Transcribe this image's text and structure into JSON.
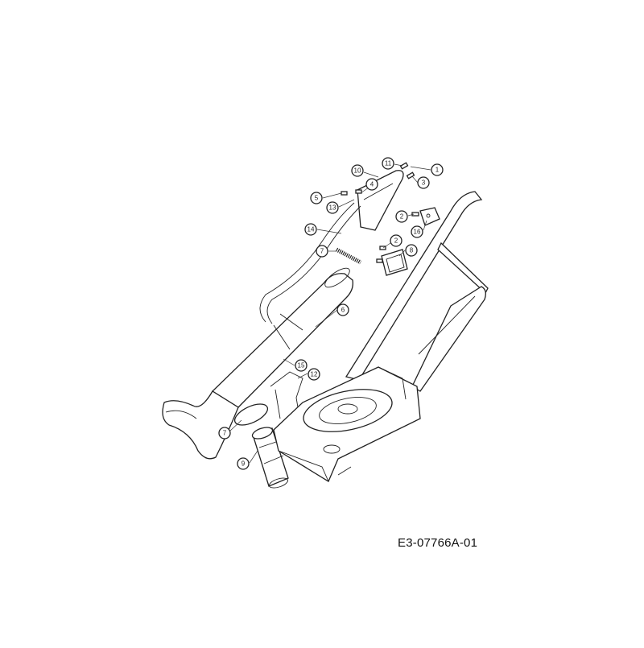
{
  "diagram": {
    "reference_code": "E3-07766A-01",
    "callouts": [
      {
        "id": "c1",
        "label": "1",
        "highlight": false
      },
      {
        "id": "c3",
        "label": "3",
        "highlight": false
      },
      {
        "id": "c11",
        "label": "11",
        "highlight": false
      },
      {
        "id": "c10",
        "label": "10",
        "highlight": false
      },
      {
        "id": "c4",
        "label": "4",
        "highlight": false
      },
      {
        "id": "c5",
        "label": "5",
        "highlight": false
      },
      {
        "id": "c13",
        "label": "13",
        "highlight": false
      },
      {
        "id": "c2a",
        "label": "2",
        "highlight": false
      },
      {
        "id": "c16",
        "label": "16",
        "highlight": false
      },
      {
        "id": "c14",
        "label": "14",
        "highlight": false
      },
      {
        "id": "c2b",
        "label": "2",
        "highlight": false
      },
      {
        "id": "c8",
        "label": "8",
        "highlight": false
      },
      {
        "id": "c7a",
        "label": "7",
        "highlight": false
      },
      {
        "id": "c6",
        "label": "6",
        "highlight": false
      },
      {
        "id": "c15",
        "label": "15",
        "highlight": false
      },
      {
        "id": "c12",
        "label": "12",
        "highlight": false
      },
      {
        "id": "c7b",
        "label": "7",
        "highlight": false
      },
      {
        "id": "c9",
        "label": "9",
        "highlight": true
      }
    ],
    "colors": {
      "line": "#222222",
      "highlight": "#e2b23a",
      "background": "#ffffff"
    }
  }
}
